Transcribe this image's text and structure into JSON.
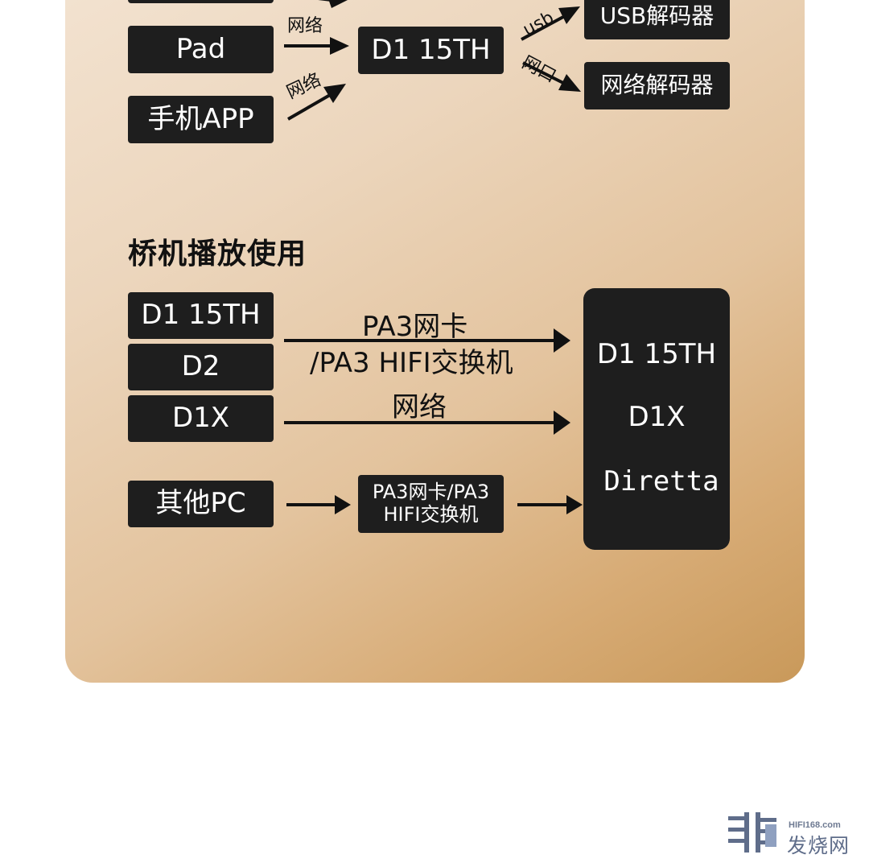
{
  "top_diagram": {
    "sources": [
      "Pad",
      "手机APP"
    ],
    "source_link_labels": [
      "网络",
      "网络"
    ],
    "hub": "D1 15TH",
    "outputs": [
      "USB解码器",
      "网络解码器"
    ],
    "output_link_labels": [
      "usb",
      "网口"
    ]
  },
  "section": {
    "title": "桥机播放使用"
  },
  "bridge_diagram": {
    "sources": [
      "D1 15TH",
      "D2",
      "D1X"
    ],
    "other_source": "其他PC",
    "link_label_upper_1": "PA3网卡",
    "link_label_upper_2": "/PA3 HIFI交换机",
    "link_label_lower": "网络",
    "mid_box_line1": "PA3网卡/PA3",
    "mid_box_line2": "HIFI交换机",
    "receiver_lines": [
      "D1 15TH",
      "D1X",
      "Diretta"
    ]
  },
  "watermark": {
    "url": "HIFI168.com",
    "name": "发烧网"
  },
  "colors": {
    "box": "#1e1e1e",
    "panel_gradient_start": "#f3e3d1",
    "panel_gradient_end": "#c9995a",
    "logo": "#5f6d8a"
  }
}
